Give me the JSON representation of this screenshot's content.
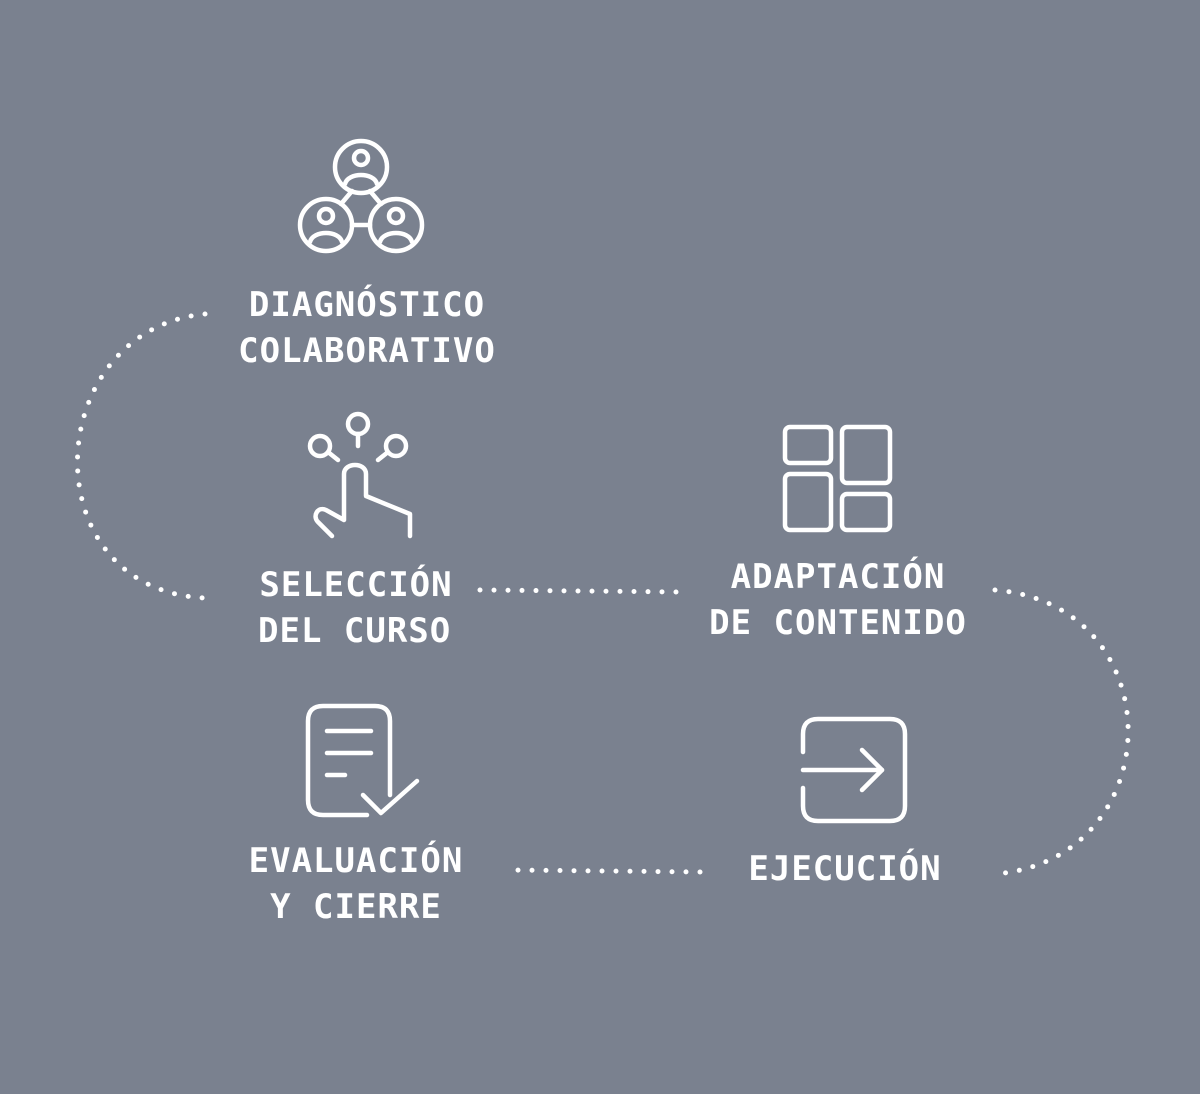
{
  "background_color": "#7a818f",
  "foreground_color": "#ffffff",
  "steps": [
    {
      "icon": "people-network-icon",
      "line1": "DIAGNÓSTICO",
      "line2": "COLABORATIVO"
    },
    {
      "icon": "hand-select-icon",
      "line1": "SELECCIÓN",
      "line2": "DEL CURSO"
    },
    {
      "icon": "layout-grid-icon",
      "line1": "ADAPTACIÓN",
      "line2": "DE CONTENIDO"
    },
    {
      "icon": "enter-arrow-icon",
      "line1": "EJECUCIÓN"
    },
    {
      "icon": "document-check-icon",
      "line1": "EVALUACIÓN",
      "line2": "Y CIERRE"
    }
  ]
}
